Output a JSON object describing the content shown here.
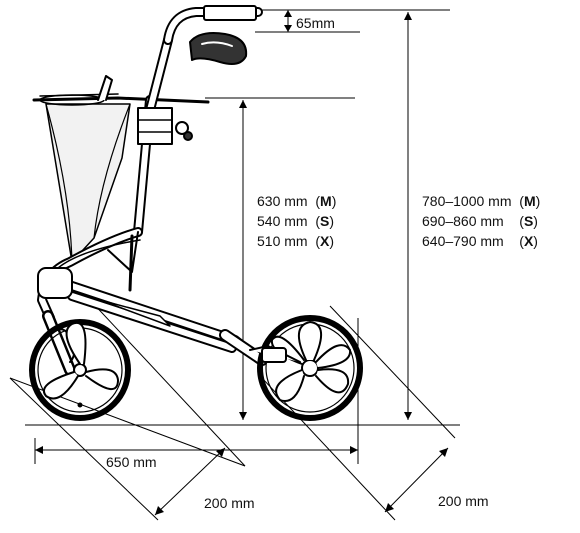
{
  "dimensions": {
    "handle_height": "65mm",
    "seat_height": [
      {
        "value": "630 mm",
        "size": "M"
      },
      {
        "value": "540 mm",
        "size": "S"
      },
      {
        "value": "510 mm",
        "size": "X"
      }
    ],
    "handle_range": [
      {
        "value": "780–1000 mm",
        "size": "M"
      },
      {
        "value": "690–860 mm",
        "size": "S"
      },
      {
        "value": "640–790 mm",
        "size": "X"
      }
    ],
    "length": "650 mm",
    "rear_depth": "200 mm",
    "front_depth": "200 mm"
  },
  "colors": {
    "line": "#000000",
    "frame": "#555555",
    "bag": "#f2f2f2"
  }
}
